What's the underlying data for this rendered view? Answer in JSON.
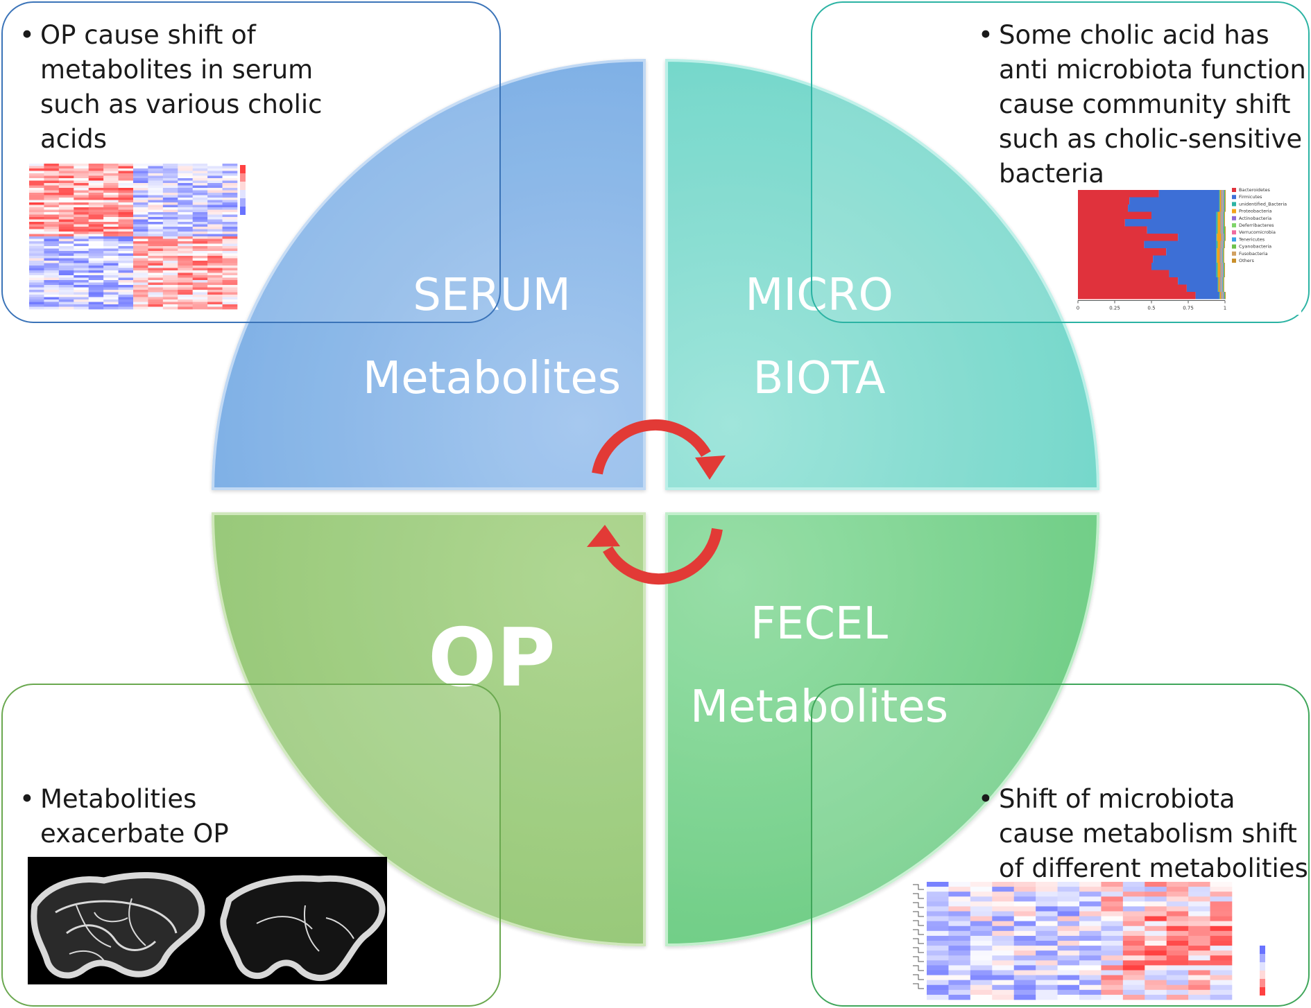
{
  "center": {
    "serum": {
      "line1": "SERUM",
      "line2": "Metabolites"
    },
    "microbiota": {
      "line1": "MICRO",
      "line2": "BIOTA"
    },
    "op": {
      "label": "OP"
    },
    "fecal": {
      "line1": "FECEL",
      "line2": "Metabolites"
    }
  },
  "callouts": {
    "top_left": {
      "bullet": "•",
      "text": "OP cause shift of metabolites  in serum such as various cholic acids"
    },
    "top_right": {
      "bullet": "•",
      "text": "Some cholic acid has anti microbiota function cause community shift such as cholic-sensitive bacteria"
    },
    "bottom_left": {
      "bullet": "•",
      "text": "Metabolities exacerbate OP"
    },
    "bottom_right": {
      "bullet": "•",
      "text": "Shift of microbiota cause metabolism shift of different metabolities"
    }
  },
  "chart_data": {
    "type": "bar",
    "orientation": "horizontal",
    "stacked": true,
    "xlim": [
      0,
      1
    ],
    "xticks": [
      "0",
      "0.25",
      "0.5",
      "0.75",
      "1"
    ],
    "legend_position": "right",
    "colors": [
      "#e0323c",
      "#3d6fd6",
      "#2bb3a3",
      "#f2a319",
      "#8f6ad4",
      "#7fd46a",
      "#ef6aa0",
      "#3aa0e8",
      "#6cc24a",
      "#d1a060",
      "#c98f2a",
      "#f2e14a"
    ],
    "series": [
      {
        "name": "Bacteroidetes",
        "values": [
          0.55,
          0.35,
          0.34,
          0.5,
          0.32,
          0.47,
          0.68,
          0.45,
          0.6,
          0.51,
          0.5,
          0.62,
          0.68,
          0.74,
          0.8
        ]
      },
      {
        "name": "Firmicutes",
        "values": [
          0.41,
          0.61,
          0.62,
          0.44,
          0.62,
          0.47,
          0.26,
          0.49,
          0.34,
          0.43,
          0.44,
          0.32,
          0.27,
          0.21,
          0.16
        ]
      },
      {
        "name": "unidentified_Bacteria",
        "values": [
          0.005,
          0.005,
          0.005,
          0.01,
          0.01,
          0.01,
          0.005,
          0.01,
          0.005,
          0.005,
          0.01,
          0.01,
          0.005,
          0.005,
          0.005
        ]
      },
      {
        "name": "Proteobacteria",
        "values": [
          0.01,
          0.01,
          0.01,
          0.02,
          0.02,
          0.02,
          0.03,
          0.02,
          0.02,
          0.02,
          0.02,
          0.02,
          0.01,
          0.01,
          0.01
        ]
      },
      {
        "name": "Actinobacteria",
        "values": [
          0.005,
          0.005,
          0.005,
          0.005,
          0.005,
          0.005,
          0.005,
          0.005,
          0.005,
          0.005,
          0.005,
          0.005,
          0.005,
          0.005,
          0.005
        ]
      },
      {
        "name": "Deferribacteres",
        "values": [
          0.005,
          0.005,
          0.005,
          0.005,
          0.005,
          0.005,
          0.005,
          0.005,
          0.005,
          0.005,
          0.005,
          0.005,
          0.005,
          0.005,
          0.005
        ]
      },
      {
        "name": "Verrucomicrobia",
        "values": [
          0.005,
          0.005,
          0.005,
          0.005,
          0.005,
          0.005,
          0.005,
          0.005,
          0.005,
          0.005,
          0.005,
          0.005,
          0.005,
          0.005,
          0.005
        ]
      },
      {
        "name": "Tenericutes",
        "values": [
          0.005,
          0.005,
          0.005,
          0.005,
          0.005,
          0.005,
          0.005,
          0.005,
          0.005,
          0.005,
          0.005,
          0.005,
          0.005,
          0.005,
          0.005
        ]
      },
      {
        "name": "Cyanobacteria",
        "values": [
          0.005,
          0.005,
          0.005,
          0.005,
          0.005,
          0.01,
          0.005,
          0.005,
          0.005,
          0.005,
          0.005,
          0.005,
          0.005,
          0.005,
          0.005
        ]
      },
      {
        "name": "Fusobacteria",
        "values": [
          0.002,
          0.002,
          0.002,
          0.002,
          0.002,
          0.002,
          0.002,
          0.002,
          0.002,
          0.002,
          0.002,
          0.002,
          0.002,
          0.002,
          0.002
        ]
      },
      {
        "name": "Others",
        "values": [
          0.003,
          0.003,
          0.003,
          0.003,
          0.003,
          0.003,
          0.003,
          0.003,
          0.003,
          0.003,
          0.003,
          0.003,
          0.003,
          0.003,
          0.003
        ]
      }
    ]
  }
}
